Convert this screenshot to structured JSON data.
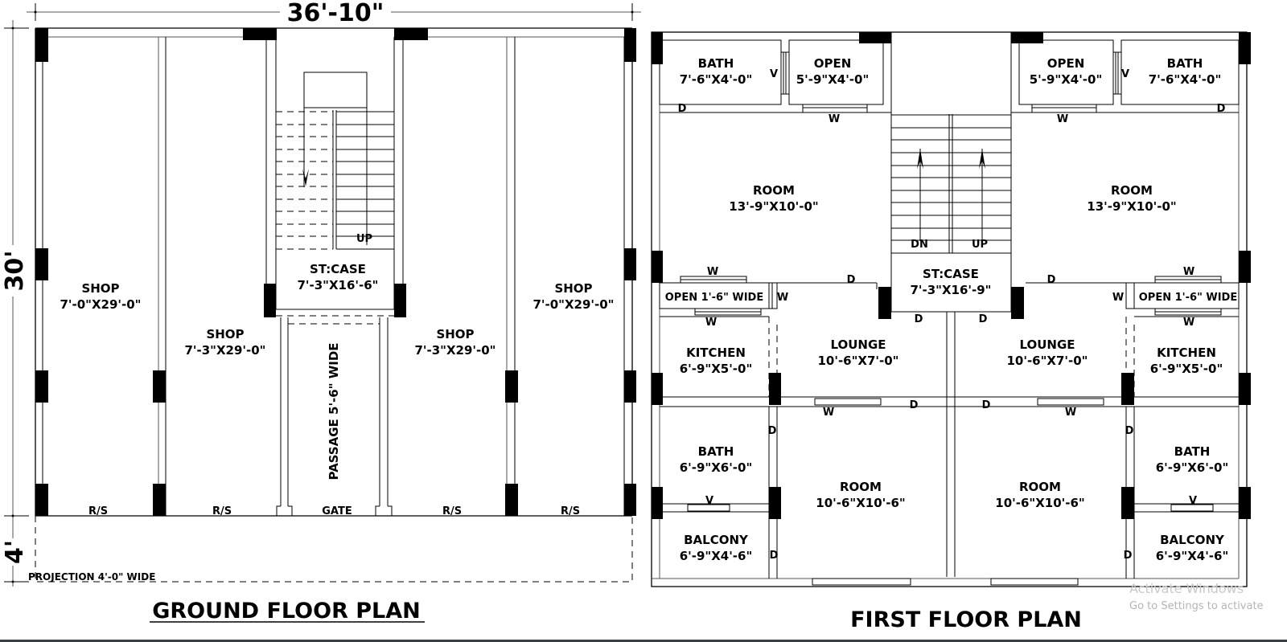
{
  "ground_floor": {
    "title": "GROUND FLOOR PLAN",
    "overall_width_dim": "36'-10\"",
    "overall_depth_dim": "30'",
    "projection_dim": "4'",
    "projection_label": "PROJECTION 4'-0\" WIDE",
    "rooms": [
      {
        "name": "SHOP",
        "size": "7'-0\"X29'-0\""
      },
      {
        "name": "SHOP",
        "size": "7'-3\"X29'-0\""
      },
      {
        "name": "ST:CASE",
        "size": "7'-3\"X16'-6\""
      },
      {
        "name": "SHOP",
        "size": "7'-3\"X29'-0\""
      },
      {
        "name": "SHOP",
        "size": "7'-0\"X29'-0\""
      }
    ],
    "passage_label": "PASSAGE 5'-6\" WIDE",
    "stair_label": "UP",
    "openings": [
      "R/S",
      "R/S",
      "GATE",
      "R/S",
      "R/S"
    ]
  },
  "first_floor": {
    "title": "FIRST FLOOR PLAN",
    "left_unit": {
      "bath_top": {
        "name": "BATH",
        "size": "7'-6\"X4'-0\""
      },
      "open_top": {
        "name": "OPEN",
        "size": "5'-9\"X4'-0\""
      },
      "room_top": {
        "name": "ROOM",
        "size": "13'-9\"X10'-0\""
      },
      "open_strip": "OPEN 1'-6\" WIDE",
      "kitchen": {
        "name": "KITCHEN",
        "size": "6'-9\"X5'-0\""
      },
      "lounge": {
        "name": "LOUNGE",
        "size": "10'-6\"X7'-0\""
      },
      "bath_bottom": {
        "name": "BATH",
        "size": "6'-9\"X6'-0\""
      },
      "room_bottom": {
        "name": "ROOM",
        "size": "10'-6\"X10'-6\""
      },
      "balcony": {
        "name": "BALCONY",
        "size": "6'-9\"X4'-6\""
      }
    },
    "right_unit": {
      "bath_top": {
        "name": "BATH",
        "size": "7'-6\"X4'-0\""
      },
      "open_top": {
        "name": "OPEN",
        "size": "5'-9\"X4'-0\""
      },
      "room_top": {
        "name": "ROOM",
        "size": "13'-9\"X10'-0\""
      },
      "open_strip": "OPEN 1'-6\" WIDE",
      "kitchen": {
        "name": "KITCHEN",
        "size": "6'-9\"X5'-0\""
      },
      "lounge": {
        "name": "LOUNGE",
        "size": "10'-6\"X7'-0\""
      },
      "bath_bottom": {
        "name": "BATH",
        "size": "6'-9\"X6'-0\""
      },
      "room_bottom": {
        "name": "ROOM",
        "size": "10'-6\"X10'-6\""
      },
      "balcony": {
        "name": "BALCONY",
        "size": "6'-9\"X4'-6\""
      }
    },
    "staircase": {
      "name": "ST:CASE",
      "size": "7'-3\"X16'-9\"",
      "down": "DN",
      "up": "UP"
    },
    "symbols": {
      "door": "D",
      "window": "W",
      "ventilator": "V"
    }
  },
  "watermark": {
    "line1": "Activate Windows",
    "line2": "Go to Settings to activate"
  }
}
